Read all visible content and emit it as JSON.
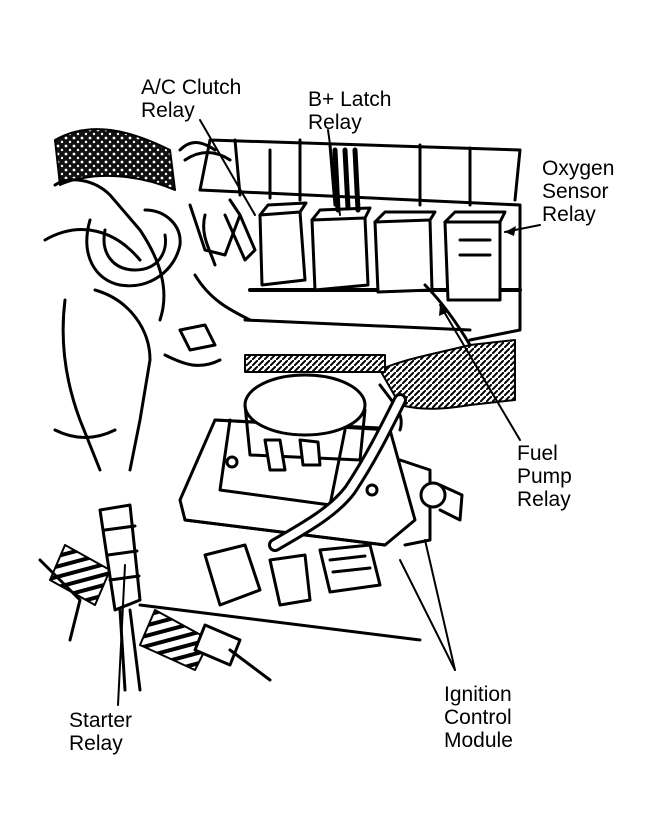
{
  "figure": {
    "labels": {
      "ac_clutch_relay": [
        "A/C Clutch",
        "Relay"
      ],
      "b_plus_latch_relay": [
        "B+ Latch",
        "Relay"
      ],
      "oxygen_sensor_relay": [
        "Oxygen",
        "Sensor",
        "Relay"
      ],
      "fuel_pump_relay": [
        "Fuel",
        "Pump",
        "Relay"
      ],
      "ignition_control_module": [
        "Ignition",
        "Control",
        "Module"
      ],
      "starter_relay": [
        "Starter",
        "Relay"
      ]
    }
  }
}
